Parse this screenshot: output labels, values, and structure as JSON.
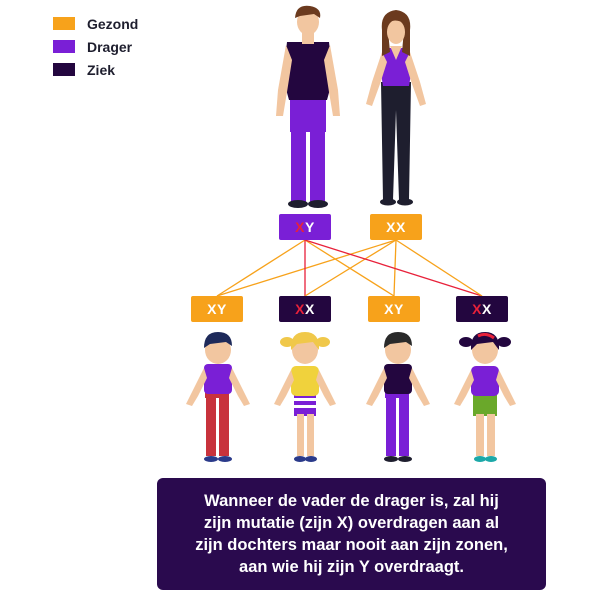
{
  "colors": {
    "healthy": "#f7a21b",
    "carrier": "#7a1fd6",
    "sick": "#23063f",
    "mutation": "#e8213a",
    "caption_bg": "#2a0a4e"
  },
  "legend": [
    {
      "label": "Gezond",
      "status": "healthy"
    },
    {
      "label": "Drager",
      "status": "carrier"
    },
    {
      "label": "Ziek",
      "status": "sick"
    }
  ],
  "parents": [
    {
      "role": "father",
      "genotype": [
        {
          "t": "X",
          "mut": true
        },
        {
          "t": "Y",
          "mut": false
        }
      ],
      "status": "carrier"
    },
    {
      "role": "mother",
      "genotype": [
        {
          "t": "X",
          "mut": false
        },
        {
          "t": "X",
          "mut": false
        }
      ],
      "status": "healthy"
    }
  ],
  "children": [
    {
      "sex": "boy",
      "genotype": [
        {
          "t": "X",
          "mut": false
        },
        {
          "t": "Y",
          "mut": false
        }
      ],
      "status": "healthy"
    },
    {
      "sex": "girl",
      "genotype": [
        {
          "t": "X",
          "mut": true
        },
        {
          "t": "X",
          "mut": false
        }
      ],
      "status": "sick"
    },
    {
      "sex": "boy",
      "genotype": [
        {
          "t": "X",
          "mut": false
        },
        {
          "t": "Y",
          "mut": false
        }
      ],
      "status": "healthy"
    },
    {
      "sex": "girl",
      "genotype": [
        {
          "t": "X",
          "mut": true
        },
        {
          "t": "X",
          "mut": false
        }
      ],
      "status": "sick"
    }
  ],
  "caption": {
    "lines": [
      "Wanneer de vader de drager is, zal hij",
      "zijn mutatie (zijn X) overdragen aan al",
      "zijn dochters maar nooit aan zijn zonen,",
      "aan wie hij zijn Y overdraagt."
    ]
  }
}
